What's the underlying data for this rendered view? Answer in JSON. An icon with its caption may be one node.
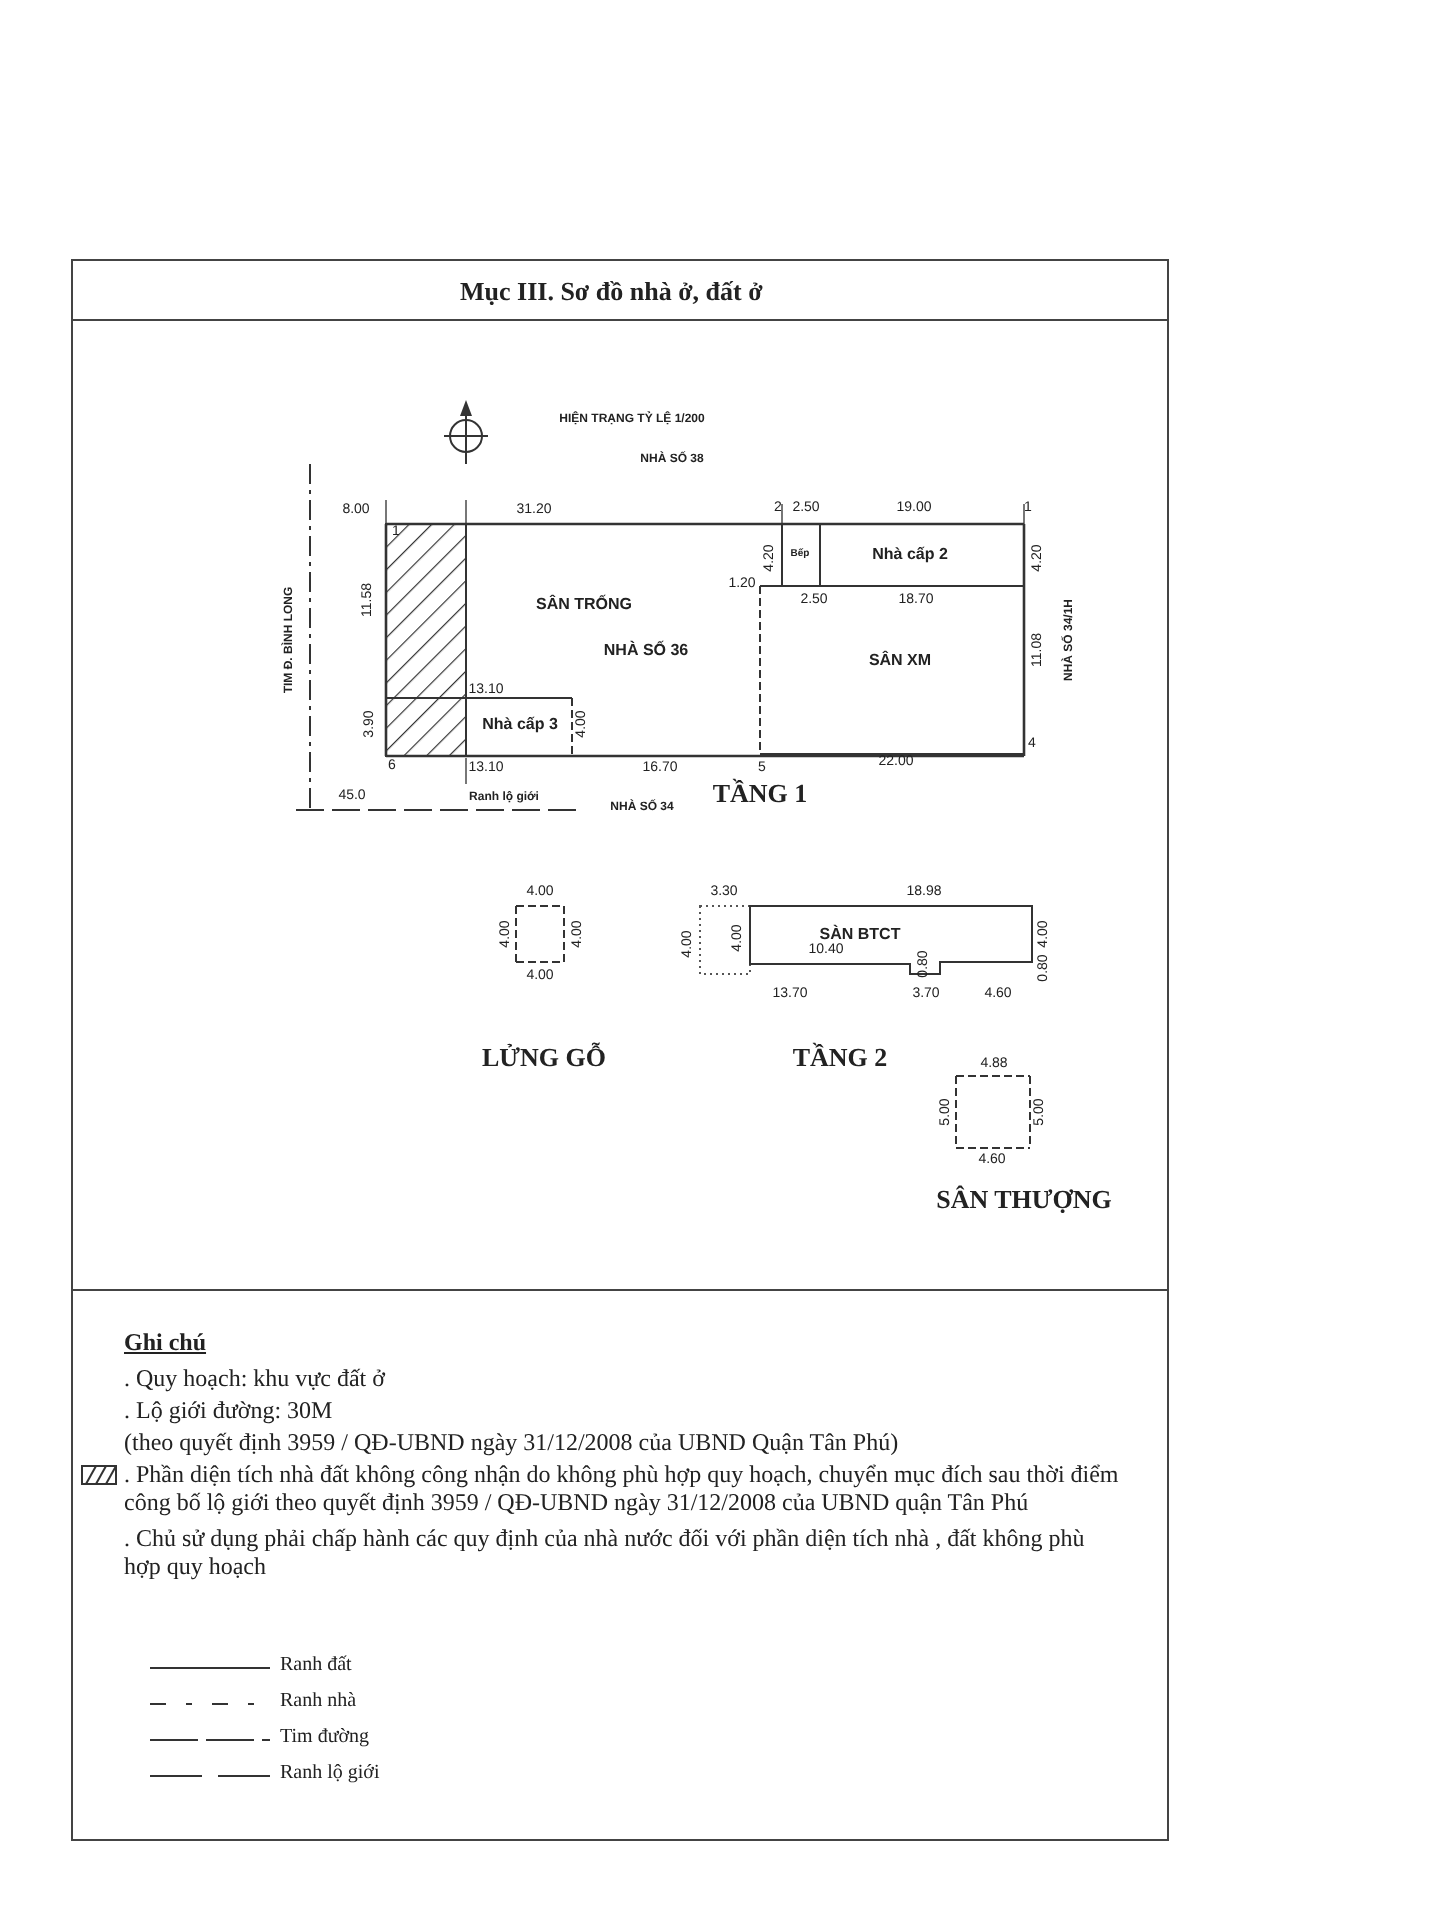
{
  "diagram": {
    "title": "Mục III. Sơ đồ nhà ở, đất ở",
    "nodes": [
      {
        "text": [
          "TẦNG 1"
        ]
      },
      {
        "text": [],
        "shape": "box",
        "in": 0
      },
      {
        "text": [
          "Bếp"
        ],
        "in": 0
      },
      {
        "text": [
          "Nhà cấp 2"
        ],
        "in": 0
      },
      {
        "text": [
          "SÂN XM"
        ],
        "in": 0
      },
      {
        "text": [
          "Nhà cấp 3"
        ],
        "in": 0
      },
      {
        "text": [
          "LỬNG GỖ"
        ]
      },
      {
        "text": [
          "SÀN BTCT",
          "TẦNG 2"
        ]
      },
      {
        "text": [
          "SÂN THƯỢNG"
        ]
      }
    ],
    "labels": [
      "HIỆN TRẠNG TỶ LỆ 1/200",
      "NHÀ SỐ 38",
      "8.00",
      "31.20",
      "2",
      "2.50",
      "19.00",
      "1",
      "1",
      "4.20",
      "4.20",
      "TIM Đ. BÌNH LONG",
      "11.58",
      "1.20",
      "2.50",
      "18.70",
      "SÂN TRỐNG",
      "NHÀ SỐ 36",
      "11.08",
      "NHÀ SỐ 34/1H",
      "13.10",
      "3.90",
      "4.00",
      "4",
      "6",
      "13.10",
      "16.70",
      "5",
      "22.00",
      "45.0",
      "Ranh lộ giới",
      "NHÀ SỐ 34",
      "4.00",
      "4.00",
      "4.00",
      "4.00",
      "3.30",
      "18.98",
      "4.00",
      "4.00",
      "10.40",
      "0.80",
      "4.00",
      "0.80",
      "13.70",
      "3.70",
      "4.60",
      "4.88",
      "5.00",
      "5.00",
      "4.60",
      "Ghi chú",
      ". Quy hoạch: khu vực đất ở",
      ". Lộ giới đường: 30M",
      "(theo quyết định 3959 / QĐ-UBND ngày 31/12/2008 của UBND Quận Tân Phú)",
      ". Chủ sử dụng phải chấp hành các quy định của nhà nước đối với phần diện tích nhà , đất không phù hợp quy hoạch"
    ],
    "legend": [
      {
        "text": ". Phần diện tích nhà đất không công nhận do không phù hợp quy hoạch, chuyển mục đích sau thời điểm công bố lộ giới theo quyết định 3959 / QĐ-UBND ngày 31/12/2008 của UBND quận Tân Phú"
      },
      {
        "text": "Ranh đất"
      },
      {
        "text": "Ranh nhà"
      },
      {
        "text": "Tim đường"
      },
      {
        "text": "Ranh lộ giới"
      }
    ]
  }
}
